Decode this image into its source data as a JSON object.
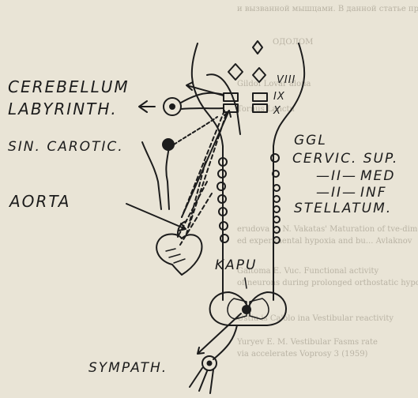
{
  "labels": {
    "cerebellum": "CEREBELLUM",
    "labyrinth": "LABYRINTH.",
    "sin_carotic": "SIN. CAROTIC.",
    "aorta": "AORTA",
    "viii": "VIII",
    "ix": "IX",
    "x": "X",
    "ggl": "GGL",
    "cervic_sup": "CERVIC. SUP.",
    "med_dash": "—II—",
    "med": "MED",
    "inf_dash": "—II—",
    "inf": "INF",
    "stellatum": "STELLATUM.",
    "kapu": "KAPU",
    "sympath": "SYMPATH."
  },
  "background_text": [
    "и вызванной мышцами. В данной статье приведены данные",
    "ОДОЛОМ",
    "Gildof Lovar alona",
    "Tornus Lanctu",
    "erudova L. N. Vakatas' Maturation of tve-dimen",
    "ed experimental hypoxia and bu... Avlaknov",
    "Galtoma E. Vuc. Functional activity",
    "of neurons during prolonged orthostatic hypotonic",
    "Ustiu is Ca'olo ina Vestibular reactivity",
    "Yuryev E. M. Vestibular Fasms rate",
    "via accelerates Voprosy 3 (1959)"
  ]
}
